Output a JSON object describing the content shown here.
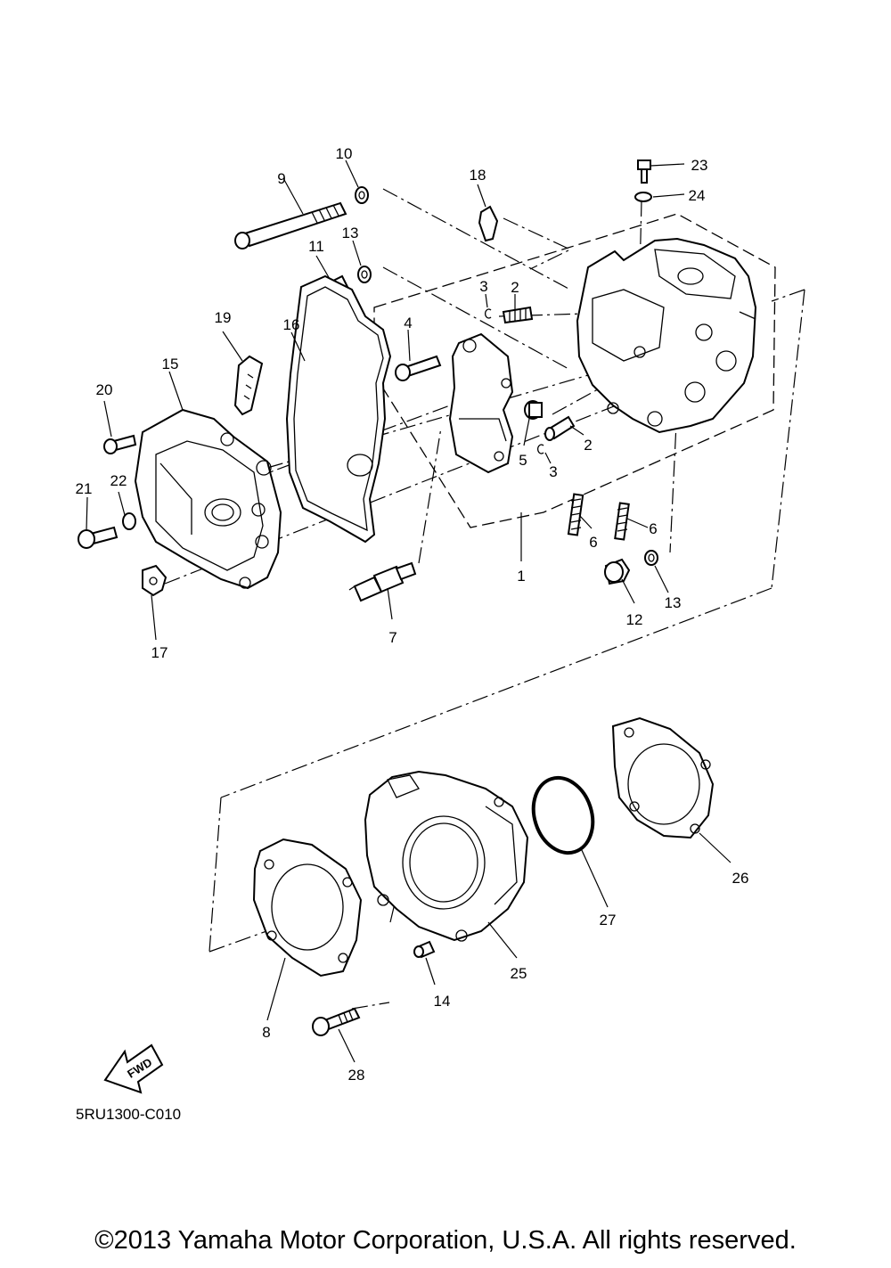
{
  "callouts": {
    "c1": "1",
    "c2a": "2",
    "c2b": "2",
    "c3a": "3",
    "c3b": "3",
    "c4": "4",
    "c5": "5",
    "c6a": "6",
    "c6b": "6",
    "c7": "7",
    "c8": "8",
    "c9": "9",
    "c10": "10",
    "c11": "11",
    "c12": "12",
    "c13a": "13",
    "c13b": "13",
    "c14": "14",
    "c15": "15",
    "c16": "16",
    "c17": "17",
    "c18": "18",
    "c19": "19",
    "c20": "20",
    "c21": "21",
    "c22": "22",
    "c23": "23",
    "c24": "24",
    "c25": "25",
    "c26": "26",
    "c27": "27",
    "c28": "28"
  },
  "fwd_label": "FWD",
  "diagram_code": "5RU1300-C010",
  "copyright": "©2013 Yamaha Motor Corporation, U.S.A. All rights reserved."
}
